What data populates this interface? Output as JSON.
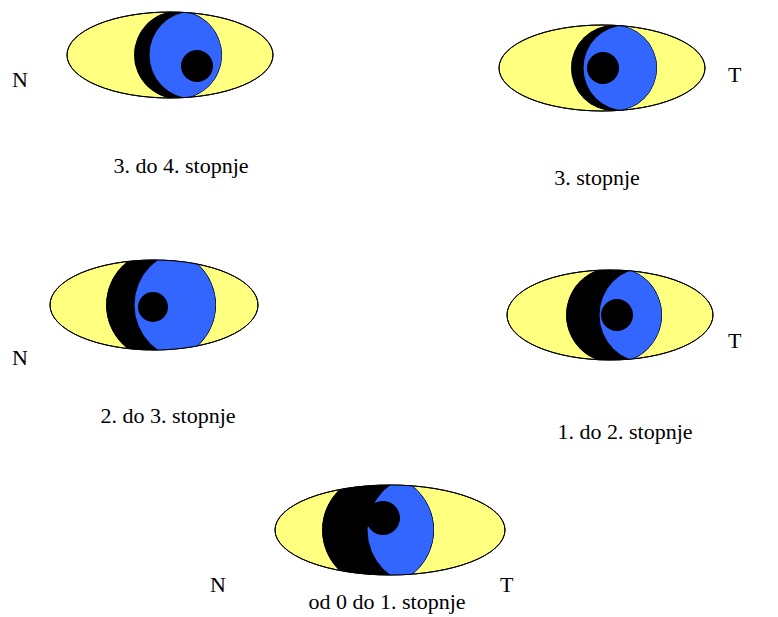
{
  "diagram": {
    "labels": [
      "N",
      "T",
      "3. do 4. stopnje",
      "3. stopnje",
      "N",
      "T",
      "2. do 3. stopnje",
      "1. do 2. stopnje",
      "N",
      "T",
      "od 0 do 1. stopnje"
    ]
  }
}
